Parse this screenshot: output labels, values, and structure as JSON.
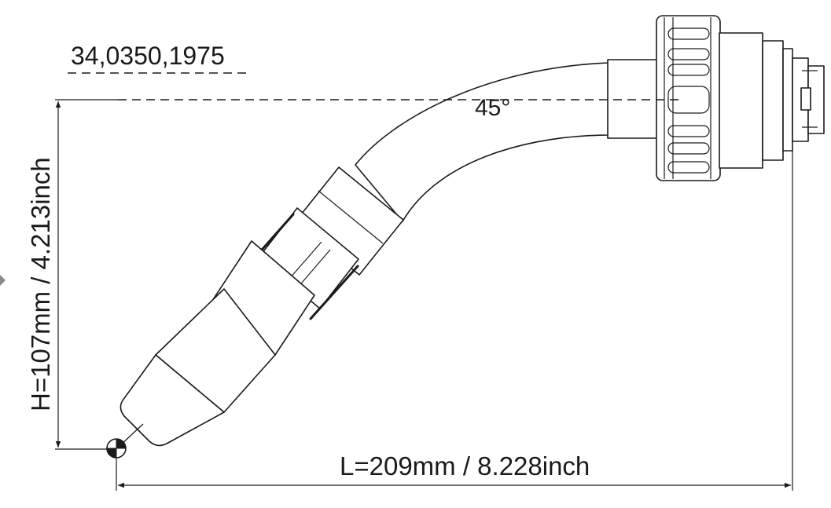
{
  "diagram": {
    "part_number": "34,0350,1975",
    "angle_label": "45°",
    "height_label": "H=107mm / 4.213inch",
    "length_label": "L=209mm / 8.228inch"
  }
}
